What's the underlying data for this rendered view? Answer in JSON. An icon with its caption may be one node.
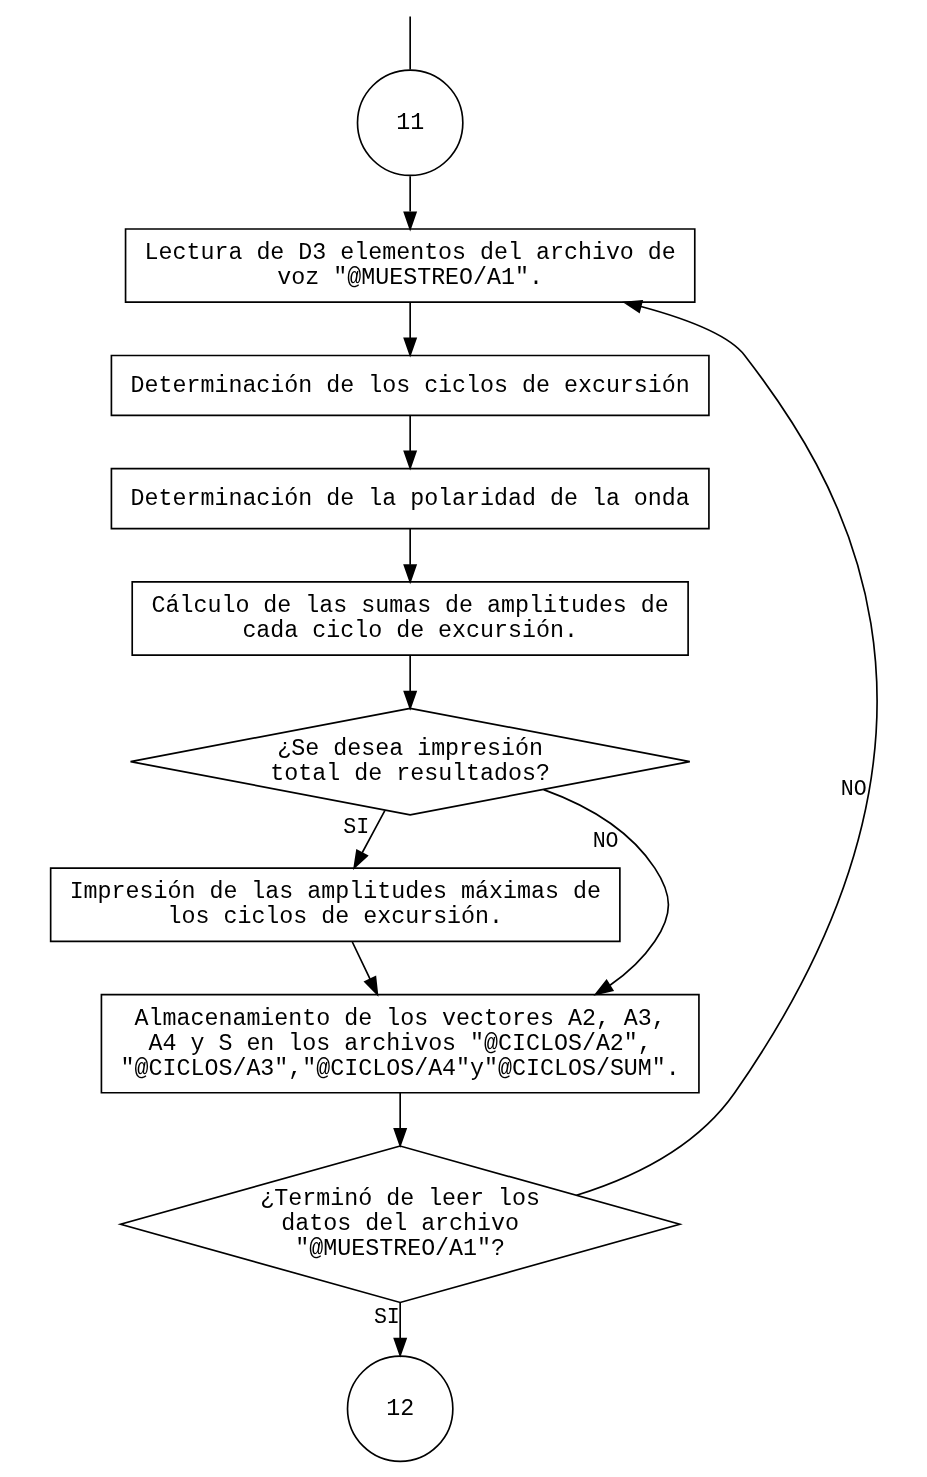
{
  "diagram": {
    "nodes": [
      {
        "text": [
          "11"
        ]
      },
      {
        "text": [
          "Lectura de D3 elementos del archivo de voz \"@MUESTREO/A1\"."
        ]
      },
      {
        "text": [
          "Determinación de los ciclos de excursión"
        ]
      },
      {
        "text": [
          "Determinación de la polaridad de la onda"
        ]
      },
      {
        "text": [
          "Cálculo de las sumas de amplitudes de cada ciclo de excursión."
        ]
      },
      {
        "text": [
          "¿Se desea impresión total de resultados?"
        ]
      },
      {
        "text": [
          "Impresión de las amplitudes máximas de los ciclos de excursión."
        ]
      },
      {
        "text": [
          "Almacenamiento de los vectores A2, A3, A4 y S en los archivos \"@CICLOS/A2\", \"@CICLOS/A3\",\"@CICLOS/A4\"y\"@CICLOS/SUM\"."
        ]
      },
      {
        "text": [
          "¿Terminó de leer los datos del archivo \"@MUESTREO/A1\"?"
        ]
      },
      {
        "text": [
          "12"
        ]
      }
    ],
    "edges": [
      {
        "from": null,
        "to": 0,
        "arrow": "none"
      },
      {
        "from": 0,
        "to": 1,
        "arrow": "to"
      },
      {
        "from": 1,
        "to": 2,
        "arrow": "to"
      },
      {
        "from": 2,
        "to": 3,
        "arrow": "to"
      },
      {
        "from": 3,
        "to": 4,
        "arrow": "to"
      },
      {
        "from": 4,
        "to": 5,
        "arrow": "to"
      },
      {
        "from": 5,
        "to": 6,
        "arrow": "to",
        "label": "SI"
      },
      {
        "from": 5,
        "to": 7,
        "arrow": "to",
        "label": "NO"
      },
      {
        "from": 6,
        "to": 7,
        "arrow": "to"
      },
      {
        "from": 7,
        "to": 8,
        "arrow": "to"
      },
      {
        "from": 8,
        "to": 1,
        "arrow": "to",
        "label": "NO"
      },
      {
        "from": 8,
        "to": 9,
        "arrow": "to",
        "label": "SI"
      }
    ]
  }
}
